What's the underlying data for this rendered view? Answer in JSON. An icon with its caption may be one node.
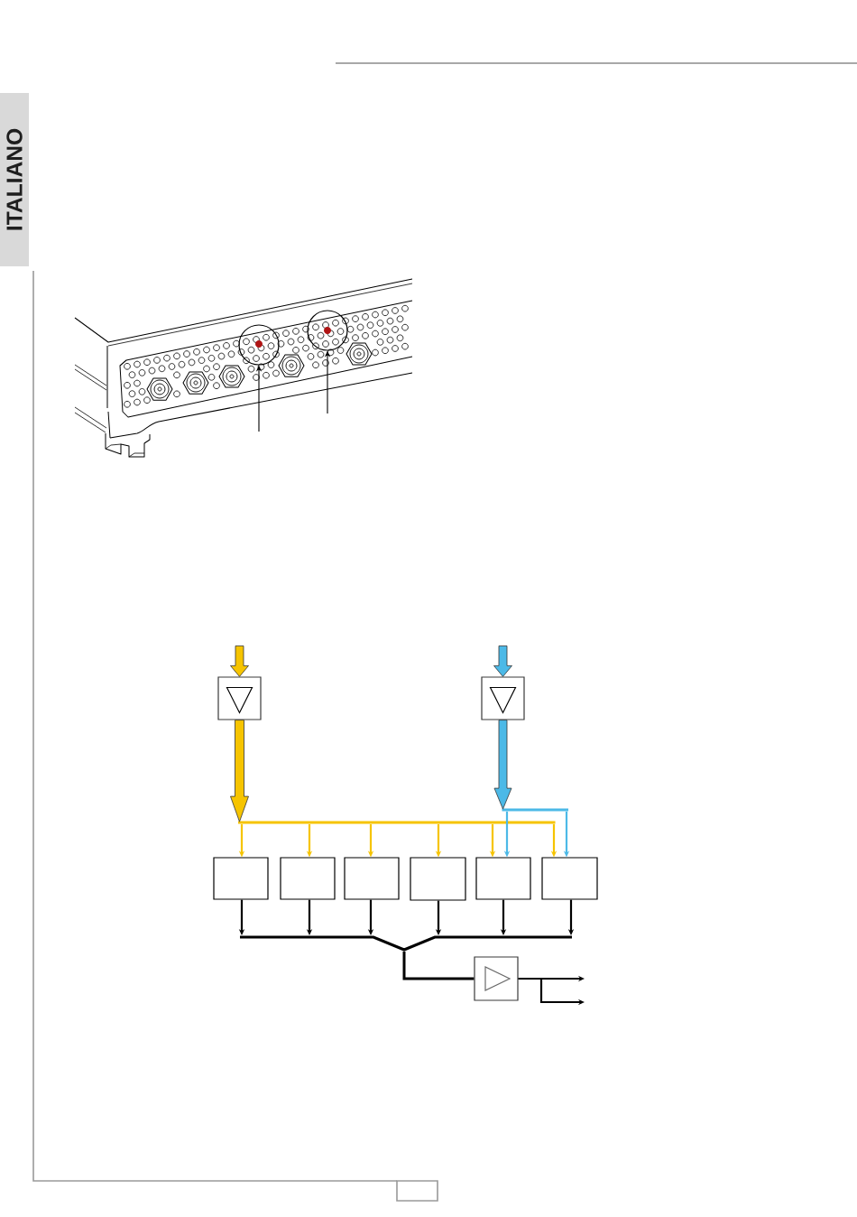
{
  "diagram": {
    "nodes": [
      {
        "text": [
          "ITALIANO"
        ]
      },
      {
        "text": [],
        "shape": "circle"
      },
      {
        "text": [],
        "shape": "circle"
      },
      {
        "text": [],
        "shape": "box"
      },
      {
        "text": [],
        "shape": "box"
      },
      {
        "text": [],
        "shape": "bar"
      },
      {
        "text": [],
        "shape": "bar"
      },
      {
        "text": [],
        "shape": "box"
      },
      {
        "text": [],
        "shape": "box"
      },
      {
        "text": [],
        "shape": "box"
      },
      {
        "text": [],
        "shape": "box"
      },
      {
        "text": [],
        "shape": "box"
      },
      {
        "text": [],
        "shape": "box"
      },
      {
        "text": [],
        "shape": "bar"
      },
      {
        "text": [],
        "shape": "box"
      }
    ],
    "edges": [
      {
        "from": null,
        "to": 1,
        "arrow": "to"
      },
      {
        "from": null,
        "to": 2,
        "arrow": "to"
      },
      {
        "from": null,
        "to": 3,
        "arrow": "to",
        "style": "thick",
        "color": "#f6c400"
      },
      {
        "from": null,
        "to": 4,
        "arrow": "to",
        "style": "thick",
        "color": "#4cb9e7"
      },
      {
        "from": 3,
        "to": 5,
        "arrow": "to",
        "style": "thick",
        "color": "#f6c400"
      },
      {
        "from": 4,
        "to": 6,
        "arrow": "to",
        "style": "thick",
        "color": "#4cb9e7"
      },
      {
        "from": 5,
        "to": 7,
        "arrow": "to",
        "color": "#f6c400"
      },
      {
        "from": 5,
        "to": 8,
        "arrow": "to",
        "color": "#f6c400"
      },
      {
        "from": 5,
        "to": 9,
        "arrow": "to",
        "color": "#f6c400"
      },
      {
        "from": 5,
        "to": 10,
        "arrow": "to",
        "color": "#f6c400"
      },
      {
        "from": 5,
        "to": 11,
        "arrow": "to",
        "color": "#f6c400"
      },
      {
        "from": 5,
        "to": 12,
        "arrow": "to",
        "color": "#f6c400"
      },
      {
        "from": 6,
        "to": 11,
        "arrow": "to",
        "color": "#4cb9e7"
      },
      {
        "from": 6,
        "to": 12,
        "arrow": "to",
        "color": "#4cb9e7"
      },
      {
        "from": 7,
        "to": 13,
        "arrow": "to"
      },
      {
        "from": 8,
        "to": 13,
        "arrow": "to"
      },
      {
        "from": 9,
        "to": 13,
        "arrow": "to"
      },
      {
        "from": 10,
        "to": 13,
        "arrow": "to"
      },
      {
        "from": 11,
        "to": 13,
        "arrow": "to"
      },
      {
        "from": 12,
        "to": 13,
        "arrow": "to"
      },
      {
        "from": 13,
        "to": 14,
        "arrow": "none"
      },
      {
        "from": 14,
        "to": null,
        "arrow": "to"
      },
      {
        "from": 14,
        "to": null,
        "arrow": "to"
      }
    ]
  }
}
